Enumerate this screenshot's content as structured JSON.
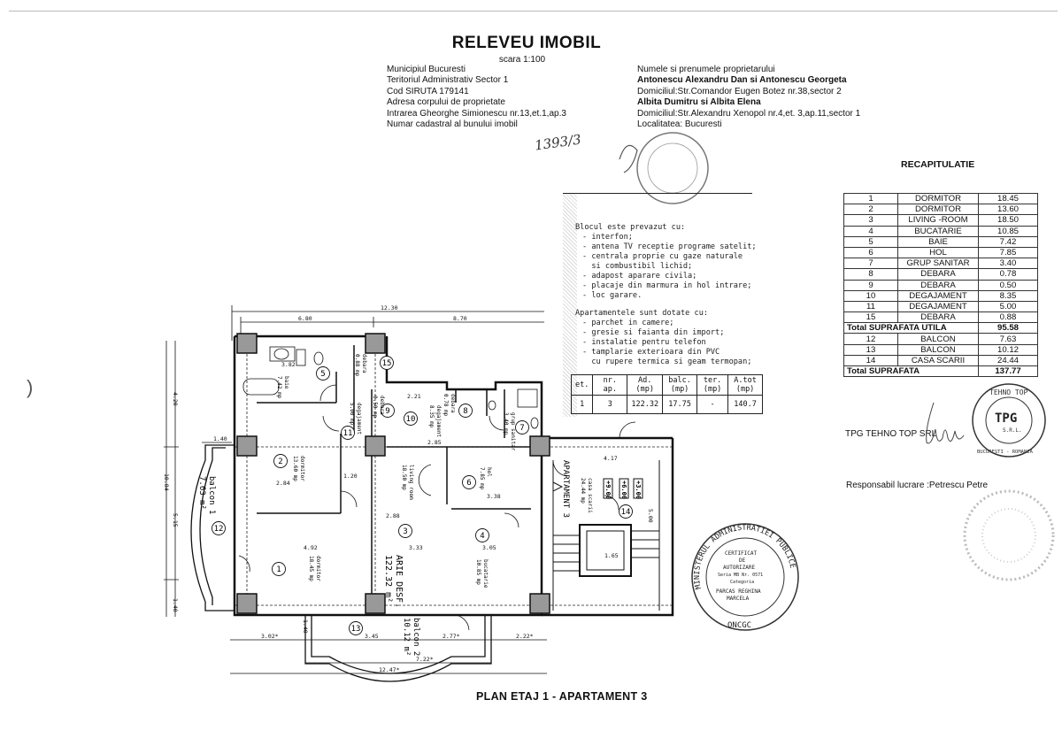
{
  "header": {
    "title": "RELEVEU IMOBIL",
    "scale": "scara 1:100"
  },
  "property": {
    "lines": [
      "Municipiul Bucuresti",
      "Teritoriul  Administrativ Sector 1",
      "Cod SIRUTA 179141",
      "Adresa corpului de proprietate",
      "Intrarea Gheorghe Simionescu nr.13,et.1,ap.3",
      "Numar cadastral al bunului imobil"
    ],
    "cadastral_handwritten": "1393/3"
  },
  "owners": {
    "label": "Numele si prenumele proprietarului",
    "owner1": "Antonescu Alexandru Dan si Antonescu Georgeta",
    "address1": "Domiciliul:Str.Comandor Eugen Botez nr.38,sector 2",
    "owner2": "Albita Dumitru si Albita Elena",
    "address2": "Domiciliul:Str.Alexandru Xenopol nr.4,et. 3,ap.11,sector 1",
    "locality": "Localitatea: Bucuresti"
  },
  "specs": {
    "block_heading": "Blocul este prevazut cu:",
    "block_items": [
      "- interfon;",
      "- antena TV receptie programe satelit;",
      "- centrala proprie cu gaze naturale",
      "  si combustibil lichid;",
      "- adapost aparare civila;",
      "- placaje din marmura in hol intrare;",
      "- loc garare."
    ],
    "apt_heading": "Apartamentele sunt dotate cu:",
    "apt_items": [
      "- parchet in camere;",
      "- gresie si faianta din import;",
      "- instalatie pentru telefon",
      "- tamplarie exterioara din PVC",
      "  cu rupere termica si geam termopan;"
    ],
    "table": {
      "headers": [
        "et.",
        "nr. ap.",
        "Ad. (mp)",
        "balc. (mp)",
        "ter. (mp)",
        "A.tot (mp)"
      ],
      "row": [
        "1",
        "3",
        "122.32",
        "17.75",
        "-",
        "140.7"
      ]
    }
  },
  "recap": {
    "title": "RECAPITULATIE",
    "rows": [
      {
        "nr": "1",
        "name": "DORMITOR",
        "area": "18.45"
      },
      {
        "nr": "2",
        "name": "DORMITOR",
        "area": "13.60"
      },
      {
        "nr": "3",
        "name": "LIVING -ROOM",
        "area": "18.50"
      },
      {
        "nr": "4",
        "name": "BUCATARIE",
        "area": "10.85"
      },
      {
        "nr": "5",
        "name": "BAIE",
        "area": "7.42"
      },
      {
        "nr": "6",
        "name": "HOL",
        "area": "7.85"
      },
      {
        "nr": "7",
        "name": "GRUP  SANITAR",
        "area": "3.40"
      },
      {
        "nr": "8",
        "name": "DEBARA",
        "area": "0.78"
      },
      {
        "nr": "9",
        "name": "DEBARA",
        "area": "0.50"
      },
      {
        "nr": "10",
        "name": "DEGAJAMENT",
        "area": "8.35"
      },
      {
        "nr": "11",
        "name": "DEGAJAMENT",
        "area": "5.00"
      },
      {
        "nr": "15",
        "name": "DEBARA",
        "area": "0.88"
      }
    ],
    "total_util_label": "Total SUPRAFATA UTILA",
    "total_util": "95.58",
    "extra_rows": [
      {
        "nr": "12",
        "name": "BALCON",
        "area": "7.63"
      },
      {
        "nr": "13",
        "name": "BALCON",
        "area": "10.12"
      },
      {
        "nr": "14",
        "name": "CASA  SCARII",
        "area": "24.44"
      }
    ],
    "total_label": "Total SUPRAFATA",
    "total": "137.77"
  },
  "signatures": {
    "firm": "TPG TEHNO TOP SRL",
    "responsible": "Responsabil lucrare :Petrescu  Petre",
    "tpg_stamp": {
      "top": "TEHNO TOP",
      "center": "TPG",
      "sub": "S.R.L.",
      "bottom": "BUCURESTI - ROMANIA"
    },
    "ministry_stamp": {
      "ring": "MINISTERUL ADMINISTRATIEI PUBLICE",
      "lines": [
        "CERTIFICAT",
        "DE",
        "AUTORIZARE",
        "Seria MB Nr. 0571",
        "Categoria",
        "PARCAS REGHINA",
        "MARCELA"
      ],
      "bottom": "ONCGC"
    }
  },
  "plan": {
    "rooms": [
      {
        "nr": "1",
        "name": "dormitor",
        "area": "18.45 mp"
      },
      {
        "nr": "2",
        "name": "dormitor",
        "area": "13.60 mp"
      },
      {
        "nr": "3",
        "name": "living room",
        "area": "18.50 mp"
      },
      {
        "nr": "4",
        "name": "bucatarie",
        "area": "10.85 mp"
      },
      {
        "nr": "5",
        "name": "baie",
        "area": "7.42 mp"
      },
      {
        "nr": "6",
        "name": "hol",
        "area": "7.85 mp"
      },
      {
        "nr": "7",
        "name": "grup sanitar",
        "area": "3.40 mp"
      },
      {
        "nr": "8",
        "name": "debara",
        "area": "0.78 mp"
      },
      {
        "nr": "9",
        "name": "debara",
        "area": "0.50 mp"
      },
      {
        "nr": "10",
        "name": "degajament",
        "area": "8.35 mp"
      },
      {
        "nr": "11",
        "name": "degajament",
        "area": "5.00 mp"
      },
      {
        "nr": "12",
        "name": "balcon 1",
        "area": "7.63 m²"
      },
      {
        "nr": "13",
        "name": "balcon 2",
        "area": "10.12 m²"
      },
      {
        "nr": "14",
        "name": "casa scarii",
        "area": "24.44 mp"
      },
      {
        "nr": "15",
        "name": "debara",
        "area": "0.88 mp"
      }
    ],
    "arie_desf": "ARIE DESF.",
    "arie_value": "122.32 m²",
    "apartment_label": "APARTAMENT 3",
    "levels": [
      "+9.00",
      "+6.00",
      "+3.00"
    ],
    "dims": {
      "total_top": "12.30",
      "top_left": "6.80",
      "top_right": "8.70",
      "left_a": "4.20",
      "left_total": "10.84",
      "left_b": "5.15",
      "left_c": "1.40",
      "balc1_w": "1.40",
      "bot_a": "3.02*",
      "bot_b": "3.45",
      "bot_c": "2.77*",
      "bot_d": "2.22*",
      "bot_arc": "7.22*",
      "bot_total": "12.47*",
      "balc2_h": "1.40",
      "d285": "2.85",
      "d338": "3.38",
      "d417": "4.17",
      "d284": "2.84",
      "d492": "4.92",
      "d333": "3.33",
      "d305": "3.05",
      "d288": "2.88",
      "d120": "1.20",
      "d221": "2.21",
      "d382": "3.82",
      "d165": "1.65",
      "d500": "5.00"
    }
  },
  "footer": {
    "title": "PLAN ETAJ 1 - APARTAMENT 3"
  }
}
